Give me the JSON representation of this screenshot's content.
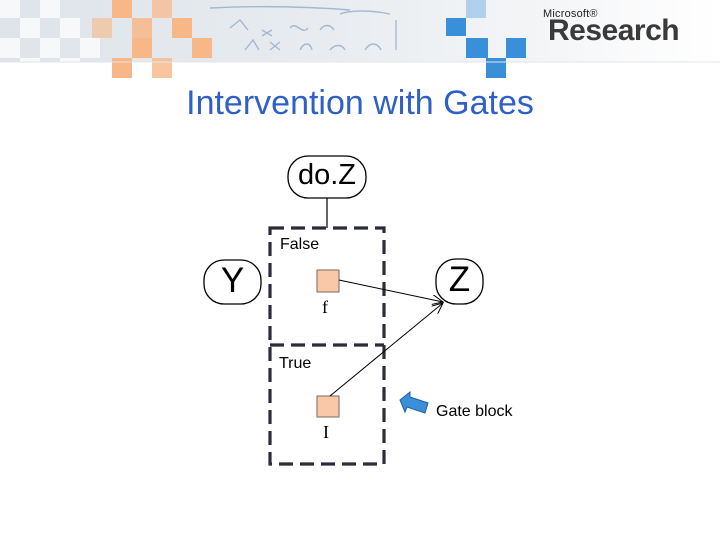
{
  "header": {
    "brand_small": "Microsoft®",
    "brand_large": "Research",
    "accent_color": "#2f5fc8",
    "square_colors": [
      "#f7b786",
      "#3a8fd9"
    ]
  },
  "slide": {
    "title": "Intervention with Gates"
  },
  "diagram": {
    "nodes": {
      "doz": "do.Z",
      "y": "Y",
      "z": "Z"
    },
    "gate": {
      "false_label": "False",
      "true_label": "True",
      "factor_f": "f",
      "factor_i": "I"
    },
    "callout": "Gate block"
  }
}
